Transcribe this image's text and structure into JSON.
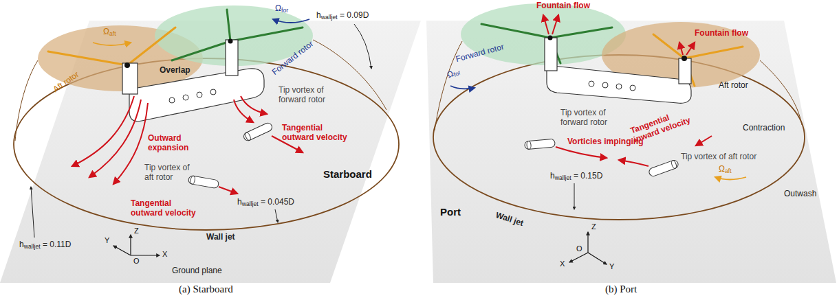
{
  "diagram": {
    "labels": [
      "Ωfor",
      "Ωaft",
      "Overlap",
      "Forward rotor",
      "Aft rotor",
      "hwalljet = 0.09D",
      "Outward expansion",
      "Tip vortex of forward rotor",
      "Tangential outward velocity",
      "Tip vortex of aft rotor",
      "Tangential outward velocity",
      "hwalljet = 0.045D",
      "hwalljet = 0.11D",
      "Starboard",
      "Wall jet",
      "Ground plane",
      "Y",
      "Z",
      "X",
      "O",
      "(a) Starboard",
      "Fountain flow",
      "Fountain flow",
      "Forward rotor",
      "Ωfor",
      "Aft rotor",
      "Ωaft",
      "Tip vortex of forward rotor",
      "Tangential inward velocity",
      "Vorticies impinging",
      "Tip vortex of aft rotor",
      "Contraction",
      "Port",
      "Wall jet",
      "hwalljet = 0.15D",
      "Outwash",
      "Z",
      "X",
      "O",
      "Y",
      "(b) Port"
    ]
  }
}
